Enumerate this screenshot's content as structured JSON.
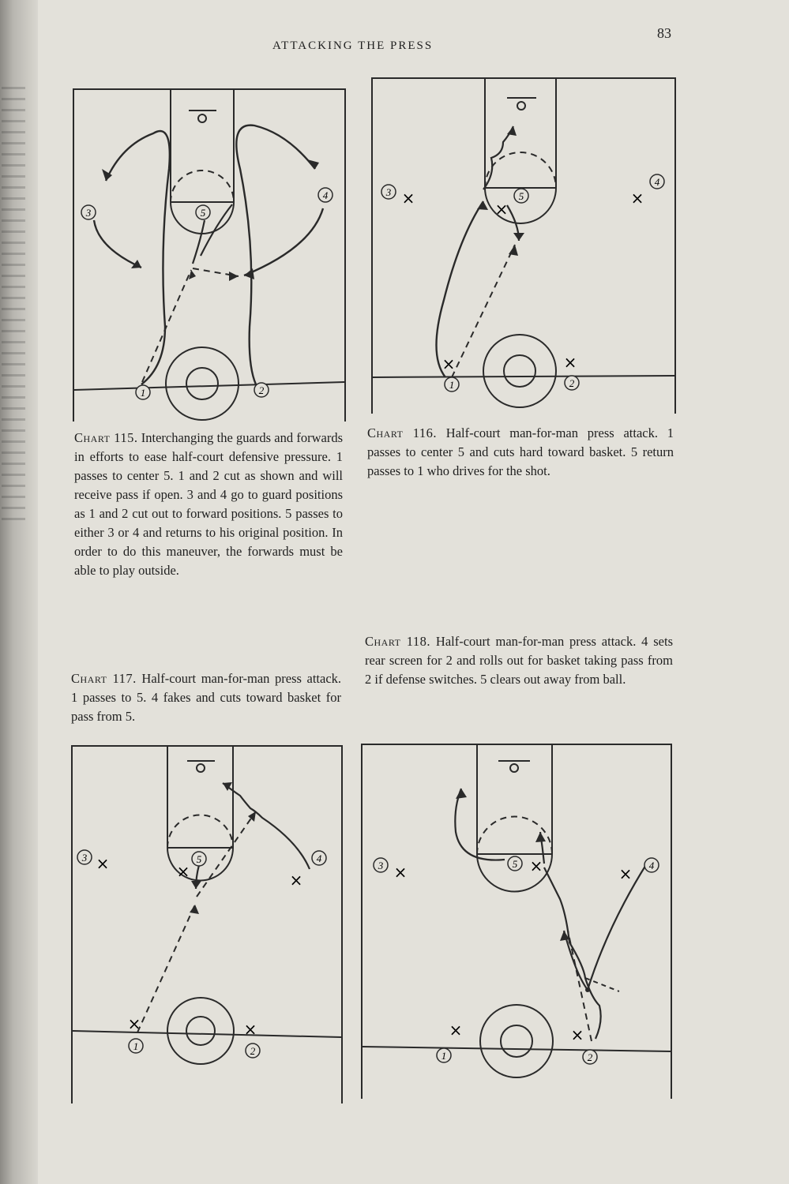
{
  "running_head": "ATTACKING THE PRESS",
  "page_number": "83",
  "charts": [
    {
      "id": "Chart 115.",
      "text": "Interchanging the guards and forwards in efforts to ease half-court defensive pressure. 1 passes to center 5. 1 and 2 cut as shown and will receive pass if open. 3 and 4 go to guard positions as 1 and 2 cut out to forward positions. 5 passes to either 3 or 4 and returns to his original position. In order to do this maneuver, the forwards must be able to play outside."
    },
    {
      "id": "Chart 116.",
      "text": "Half-court man-for-man press attack. 1 passes to center 5 and cuts hard toward basket. 5 return passes to 1 who drives for the shot."
    },
    {
      "id": "Chart 117.",
      "text": "Half-court man-for-man press attack. 1 passes to 5. 4 fakes and cuts toward basket for pass from 5."
    },
    {
      "id": "Chart 118.",
      "text": "Half-court man-for-man press attack. 4 sets rear screen for 2 and rolls out for basket taking pass from 2 if defense switches. 5 clears out away from ball."
    }
  ],
  "player_labels": [
    "1",
    "2",
    "3",
    "4",
    "5"
  ],
  "defender_mark": "×"
}
